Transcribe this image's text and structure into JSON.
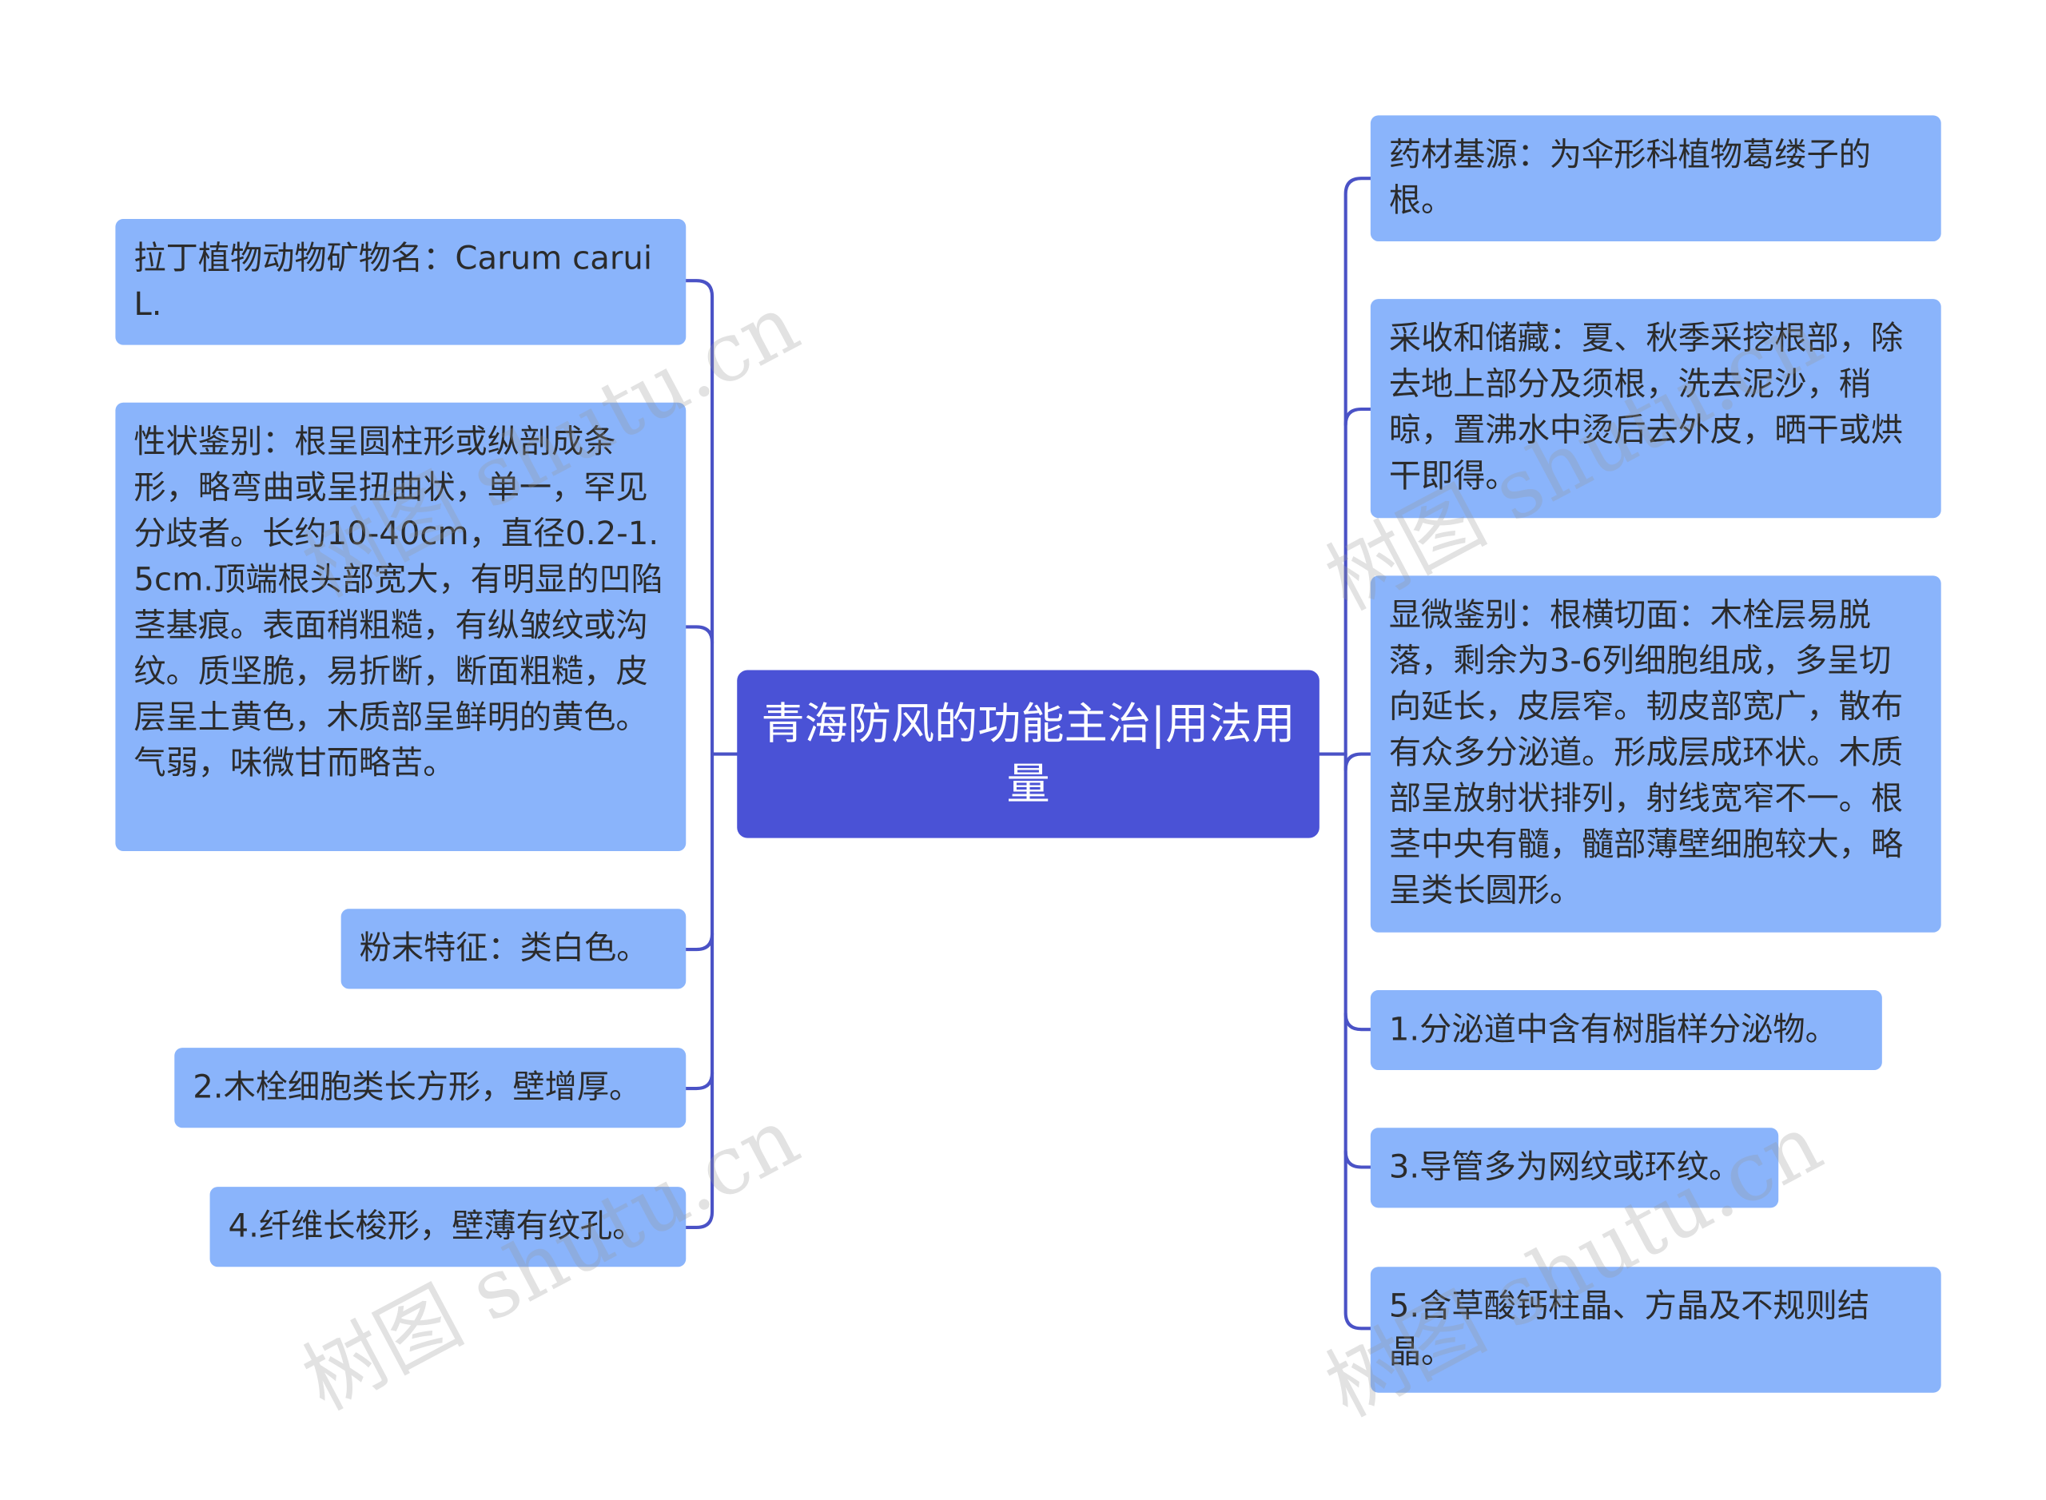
{
  "root": {
    "title": "青海防风的功能主治|用法用量"
  },
  "left_nodes": [
    {
      "text": "拉丁植物动物矿物名：Carum carui L."
    },
    {
      "text": "性状鉴别：根呈圆柱形或纵剖成条形，略弯曲或呈扭曲状，单一，罕见分歧者。长约10-40cm，直径0.2-1.5cm.顶端根头部宽大，有明显的凹陷茎基痕。表面稍粗糙，有纵皱纹或沟纹。质坚脆，易折断，断面粗糙，皮层呈土黄色，木质部呈鲜明的黄色。气弱，味微甘而略苦。"
    },
    {
      "text": "粉末特征：类白色。"
    },
    {
      "text": "2.木栓细胞类长方形，壁增厚。"
    },
    {
      "text": "4.纤维长梭形，壁薄有纹孔。"
    }
  ],
  "right_nodes": [
    {
      "text": "药材基源：为伞形科植物葛缕子的根。"
    },
    {
      "text": "采收和储藏：夏、秋季采挖根部，除去地上部分及须根，洗去泥沙，稍晾，置沸水中烫后去外皮，晒干或烘干即得。"
    },
    {
      "text": "显微鉴别：根横切面：木栓层易脱落，剩余为3-6列细胞组成，多呈切向延长，皮层窄。韧皮部宽广，散布有众多分泌道。形成层成环状。木质部呈放射状排列，射线宽窄不一。根茎中央有髓，髓部薄壁细胞较大，略呈类长圆形。"
    },
    {
      "text": "1.分泌道中含有树脂样分泌物。"
    },
    {
      "text": "3.导管多为网纹或环纹。"
    },
    {
      "text": "5.含草酸钙柱晶、方晶及不规则结晶。"
    }
  ],
  "watermarks": [
    "树图 shutu.cn",
    "树图 shutu.cn",
    "树图 shutu.cn",
    "树图 shutu.cn"
  ],
  "colors": {
    "root_bg": "#4a52d6",
    "node_bg": "#8ab4fb",
    "line": "#4a52c6"
  }
}
